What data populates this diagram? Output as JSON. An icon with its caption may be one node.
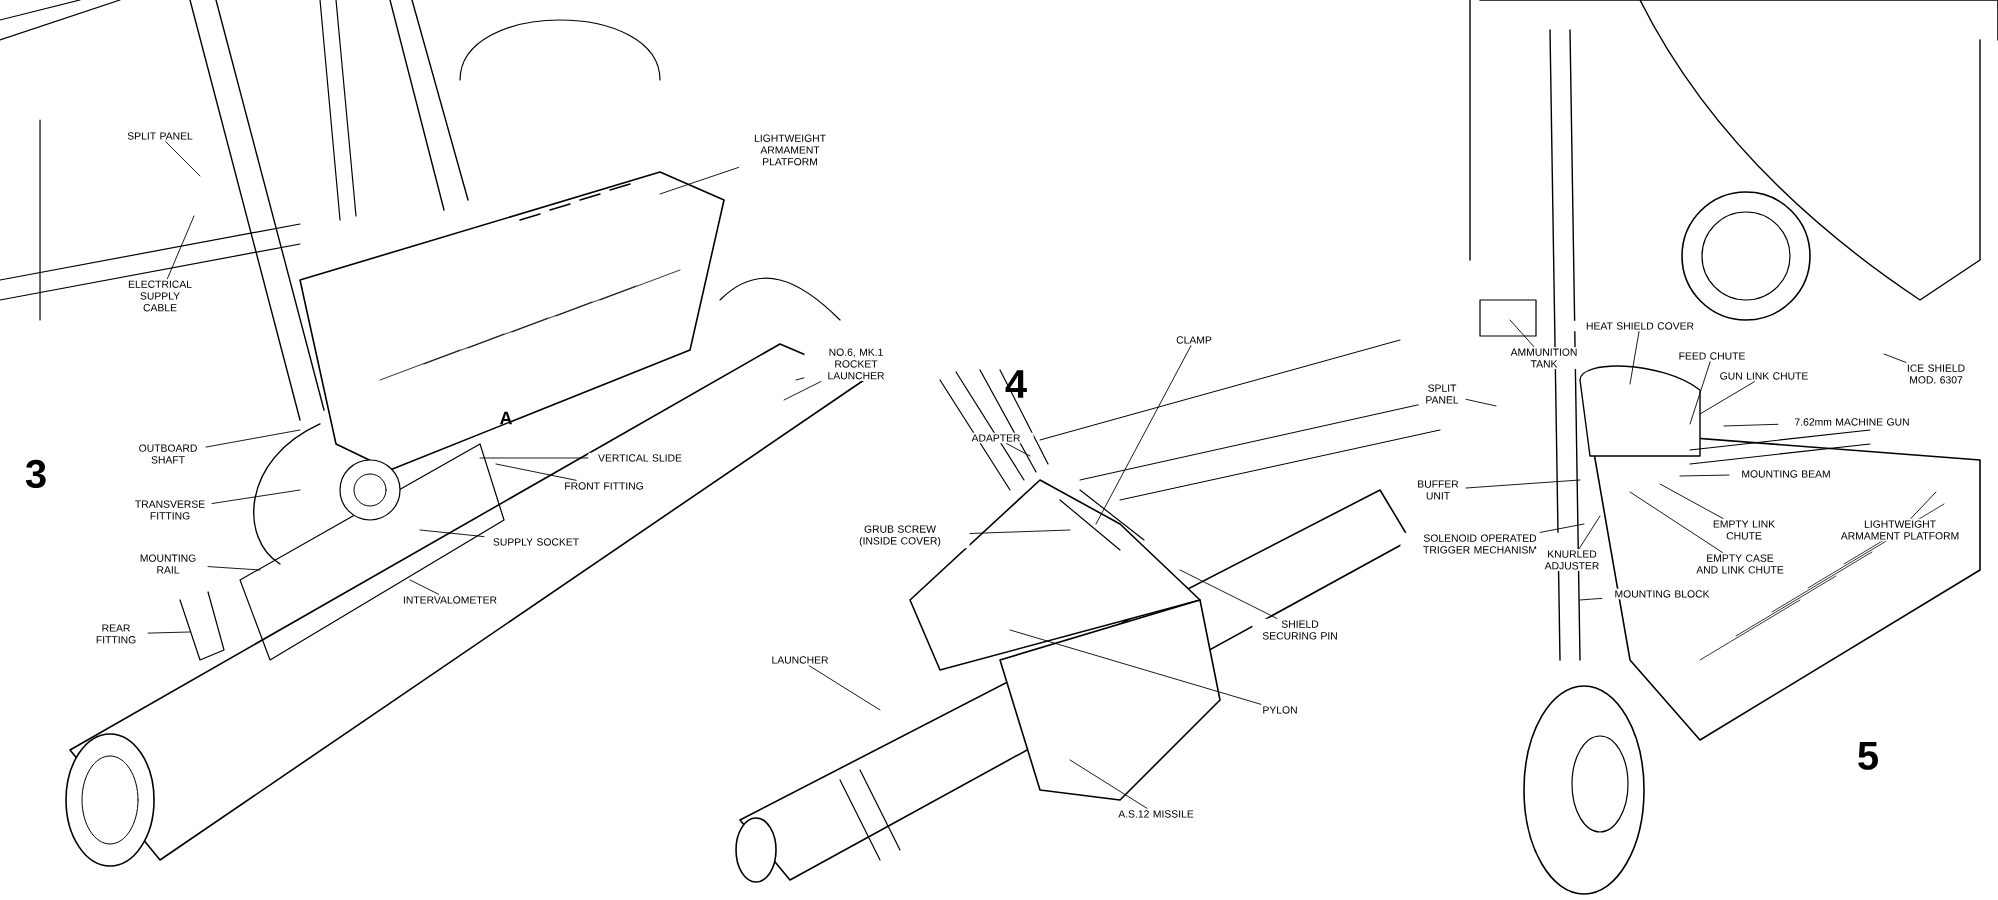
{
  "diagram": {
    "nodes": [
      {
        "text": [
          "SPLIT PANEL"
        ]
      },
      {
        "text": [
          "LIGHTWEIGHT ARMAMENT PLATFORM"
        ]
      },
      {
        "text": [
          "ELECTRICAL SUPPLY CABLE"
        ]
      },
      {
        "text": [
          "NO.6, MK.1 ROCKET LAUNCHER"
        ]
      },
      {
        "text": [
          "OUTBOARD SHAFT"
        ]
      },
      {
        "text": [
          "VERTICAL SLIDE"
        ]
      },
      {
        "text": [
          "FRONT FITTING"
        ]
      },
      {
        "text": [
          "TRANSVERSE FITTING"
        ]
      },
      {
        "text": [
          "SUPPLY SOCKET"
        ]
      },
      {
        "text": [
          "MOUNTING RAIL"
        ]
      },
      {
        "text": [
          "INTERVALOMETER"
        ]
      },
      {
        "text": [
          "REAR FITTING"
        ]
      },
      {
        "text": [
          "CLAMP"
        ]
      },
      {
        "text": [
          "ADAPTER"
        ]
      },
      {
        "text": [
          "GRUB SCREW (INSIDE COVER)"
        ]
      },
      {
        "text": [
          "SHIELD SECURING PIN"
        ]
      },
      {
        "text": [
          "LAUNCHER"
        ]
      },
      {
        "text": [
          "PYLON"
        ]
      },
      {
        "text": [
          "A.S.12 MISSILE"
        ]
      },
      {
        "text": [
          "HEAT SHIELD COVER"
        ]
      },
      {
        "text": [
          "AMMUNITION TANK"
        ]
      },
      {
        "text": [
          "FEED CHUTE"
        ]
      },
      {
        "text": [
          "ICE SHIELD MOD. 6307"
        ]
      },
      {
        "text": [
          "SPLIT PANEL"
        ]
      },
      {
        "text": [
          "GUN LINK CHUTE"
        ]
      },
      {
        "text": [
          "7.62mm MACHINE GUN"
        ]
      },
      {
        "text": [
          "MOUNTING BEAM"
        ]
      },
      {
        "text": [
          "BUFFER UNIT"
        ]
      },
      {
        "text": [
          "EMPTY LINK CHUTE"
        ]
      },
      {
        "text": [
          "LIGHTWEIGHT ARMAMENT PLATFORM"
        ]
      },
      {
        "text": [
          "SOLENOID OPERATED TRIGGER MECHANISM"
        ]
      },
      {
        "text": [
          "KNURLED ADJUSTER"
        ]
      },
      {
        "text": [
          "EMPTY CASE AND LINK CHUTE"
        ]
      },
      {
        "text": [
          "MOUNTING BLOCK"
        ]
      }
    ],
    "edges": [
      {
        "from": 0,
        "to": null,
        "arrow": "none"
      },
      {
        "from": 1,
        "to": null,
        "arrow": "none"
      },
      {
        "from": 2,
        "to": null,
        "arrow": "none"
      },
      {
        "from": 3,
        "to": null,
        "arrow": "none"
      },
      {
        "from": 3,
        "to": null,
        "arrow": "none"
      },
      {
        "from": 4,
        "to": null,
        "arrow": "none"
      },
      {
        "from": 5,
        "to": null,
        "arrow": "none"
      },
      {
        "from": 6,
        "to": null,
        "arrow": "none"
      },
      {
        "from": 7,
        "to": null,
        "arrow": "none"
      },
      {
        "from": 8,
        "to": null,
        "arrow": "none"
      },
      {
        "from": 9,
        "to": null,
        "arrow": "none"
      },
      {
        "from": 10,
        "to": null,
        "arrow": "none"
      },
      {
        "from": 11,
        "to": null,
        "arrow": "none"
      },
      {
        "from": 12,
        "to": null,
        "arrow": "none"
      },
      {
        "from": 13,
        "to": null,
        "arrow": "none"
      },
      {
        "from": 14,
        "to": null,
        "arrow": "none"
      },
      {
        "from": 15,
        "to": null,
        "arrow": "none"
      },
      {
        "from": 16,
        "to": null,
        "arrow": "none"
      },
      {
        "from": 17,
        "to": null,
        "arrow": "none"
      },
      {
        "from": 18,
        "to": null,
        "arrow": "none"
      },
      {
        "from": 19,
        "to": null,
        "arrow": "none"
      },
      {
        "from": 20,
        "to": null,
        "arrow": "none"
      },
      {
        "from": 21,
        "to": null,
        "arrow": "none"
      },
      {
        "from": 22,
        "to": null,
        "arrow": "none"
      },
      {
        "from": 23,
        "to": null,
        "arrow": "none"
      },
      {
        "from": 24,
        "to": null,
        "arrow": "none"
      },
      {
        "from": 25,
        "to": null,
        "arrow": "none"
      },
      {
        "from": 26,
        "to": null,
        "arrow": "none"
      },
      {
        "from": 27,
        "to": null,
        "arrow": "none"
      },
      {
        "from": 28,
        "to": null,
        "arrow": "none"
      },
      {
        "from": 29,
        "to": null,
        "arrow": "none"
      },
      {
        "from": 30,
        "to": null,
        "arrow": "none"
      },
      {
        "from": 31,
        "to": null,
        "arrow": "none"
      },
      {
        "from": 32,
        "to": null,
        "arrow": "none"
      },
      {
        "from": 33,
        "to": null,
        "arrow": "none"
      }
    ],
    "labels": [
      "3",
      "A",
      "4",
      "5"
    ]
  }
}
